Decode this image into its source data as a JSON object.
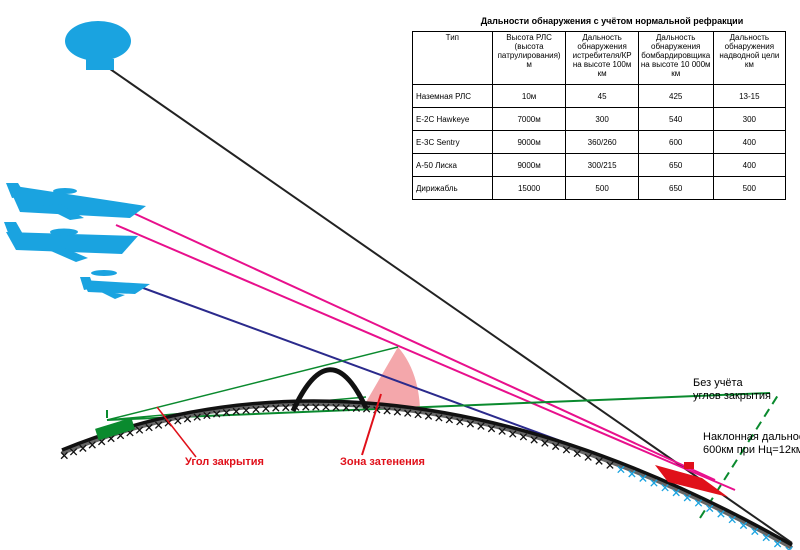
{
  "table": {
    "title": "Дальности обнаружения с учётом нормальной рефракции",
    "headers": [
      "Тип",
      "Высота РЛС\n(высота\nпатрулирования)\nм",
      "Дальность\nобнаружения\nистребителя/КР\nна высоте 100м\nкм",
      "Дальность\nобнаружения\nбомбардировщика\nна высоте 10 000м\nкм",
      "Дальность\nобнаружения\nнадводной цели\nкм"
    ],
    "rows": [
      [
        "Наземная РЛС",
        "10м",
        "45",
        "425",
        "13-15"
      ],
      [
        "E-2C Hawkeye",
        "7000м",
        "300",
        "540",
        "300"
      ],
      [
        "E-3C Sentry",
        "9000м",
        "360/260",
        "600",
        "400"
      ],
      [
        "А-50 Лиска",
        "9000м",
        "300/215",
        "650",
        "400"
      ],
      [
        "Дирижабль",
        "15000",
        "500",
        "650",
        "500"
      ]
    ]
  },
  "labels": {
    "no_mask_line1": "Без учёта",
    "no_mask_line2": "углов закрытия",
    "slant_line1": "Наклонная дальность",
    "slant_line2": "600км при Нц=12км",
    "mask_angle": "Угол закрытия",
    "shadow_zone": "Зона затенения"
  },
  "colors": {
    "sky_blue": "#1aa3e0",
    "magenta": "#e8108c",
    "navy": "#2b2a8c",
    "green": "#0a8a2e",
    "red": "#e0101a",
    "shadow_fill": "#f4a7ab",
    "earth": "#111111"
  }
}
